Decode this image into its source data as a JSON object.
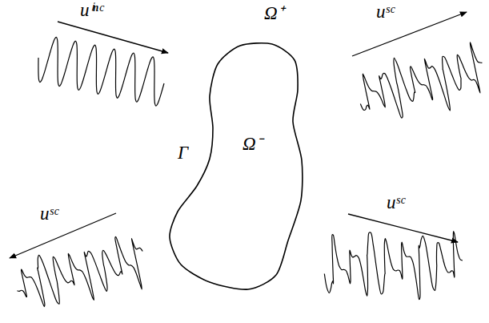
{
  "diagram": {
    "nodes": [
      {
        "text": [
          "Ω⁻"
        ]
      }
    ],
    "labels": [
      "uⁱⁿᶜ",
      "Ω⁺",
      "uˢᶜ",
      "Γ",
      "uˢᶜ",
      "uˢᶜ"
    ]
  }
}
